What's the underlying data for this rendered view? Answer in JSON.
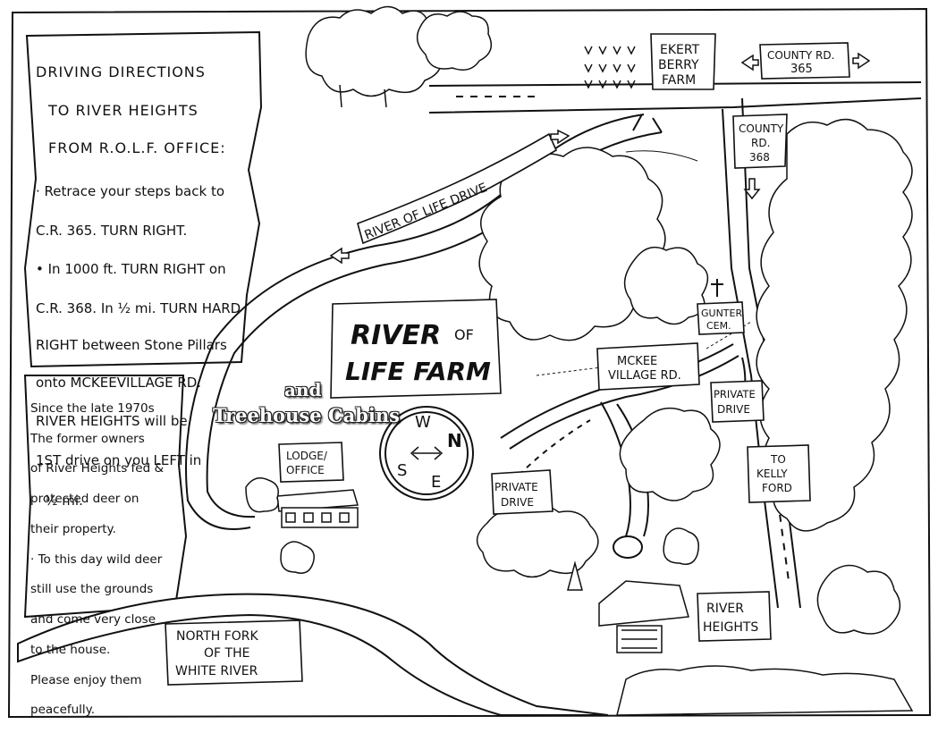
{
  "directions": {
    "title_lines": [
      "DRIVING DIRECTIONS",
      "TO RIVER HEIGHTS",
      "FROM R.O.L.F. OFFICE:"
    ],
    "body_lines": [
      "· Retrace your steps back to",
      "C.R. 365. TURN RIGHT.",
      "• In 1000 ft. TURN RIGHT on",
      "C.R. 368. In ½ mi. TURN HARD",
      "RIGHT between Stone Pillars",
      "onto MCKEEVILLAGE RD.",
      "RIVER HEIGHTS will be",
      "1ST drive on you LEFT in",
      "½ mi."
    ]
  },
  "deer_note": {
    "lines": [
      "Since the late 1970s",
      "The former owners",
      "of River Heights fed &",
      "protected deer on",
      "their property.",
      "· To this day wild deer",
      "still use the grounds",
      "and come very close",
      "to the house.",
      "Please enjoy them",
      "peacefully."
    ]
  },
  "overlay": {
    "and": "and",
    "cabins": "Treehouse Cabins"
  },
  "labels": {
    "farm_title_1": "RIVER",
    "farm_title_of": "OF",
    "farm_title_2": "LIFE FARM",
    "ekert_1": "EKERT",
    "ekert_2": "BERRY",
    "ekert_3": "FARM",
    "county365_1": "COUNTY RD.",
    "county365_2": "365",
    "county368_1": "COUNTY",
    "county368_2": "RD.",
    "county368_3": "368",
    "river_of_life_drive": "RIVER OF LIFE DRIVE",
    "gunter_1": "GUNTER",
    "gunter_2": "CEM.",
    "mckee_1": "MCKEE",
    "mckee_2": "VILLAGE RD.",
    "private_drive_r_1": "PRIVATE",
    "private_drive_r_2": "DRIVE",
    "private_drive_l_1": "PRIVATE",
    "private_drive_l_2": "DRIVE",
    "kelly_1": "TO",
    "kelly_2": "KELLY",
    "kelly_3": "FORD",
    "lodge_1": "LODGE/",
    "lodge_2": "OFFICE",
    "river_heights_1": "RIVER",
    "river_heights_2": "HEIGHTS",
    "north_fork_1": "NORTH FORK",
    "north_fork_2": "OF THE",
    "north_fork_3": "WHITE RIVER"
  },
  "compass": {
    "n": "N",
    "e": "E",
    "s": "S",
    "w": "W"
  },
  "colors": {
    "ink": "#111111",
    "paper": "#ffffff"
  }
}
